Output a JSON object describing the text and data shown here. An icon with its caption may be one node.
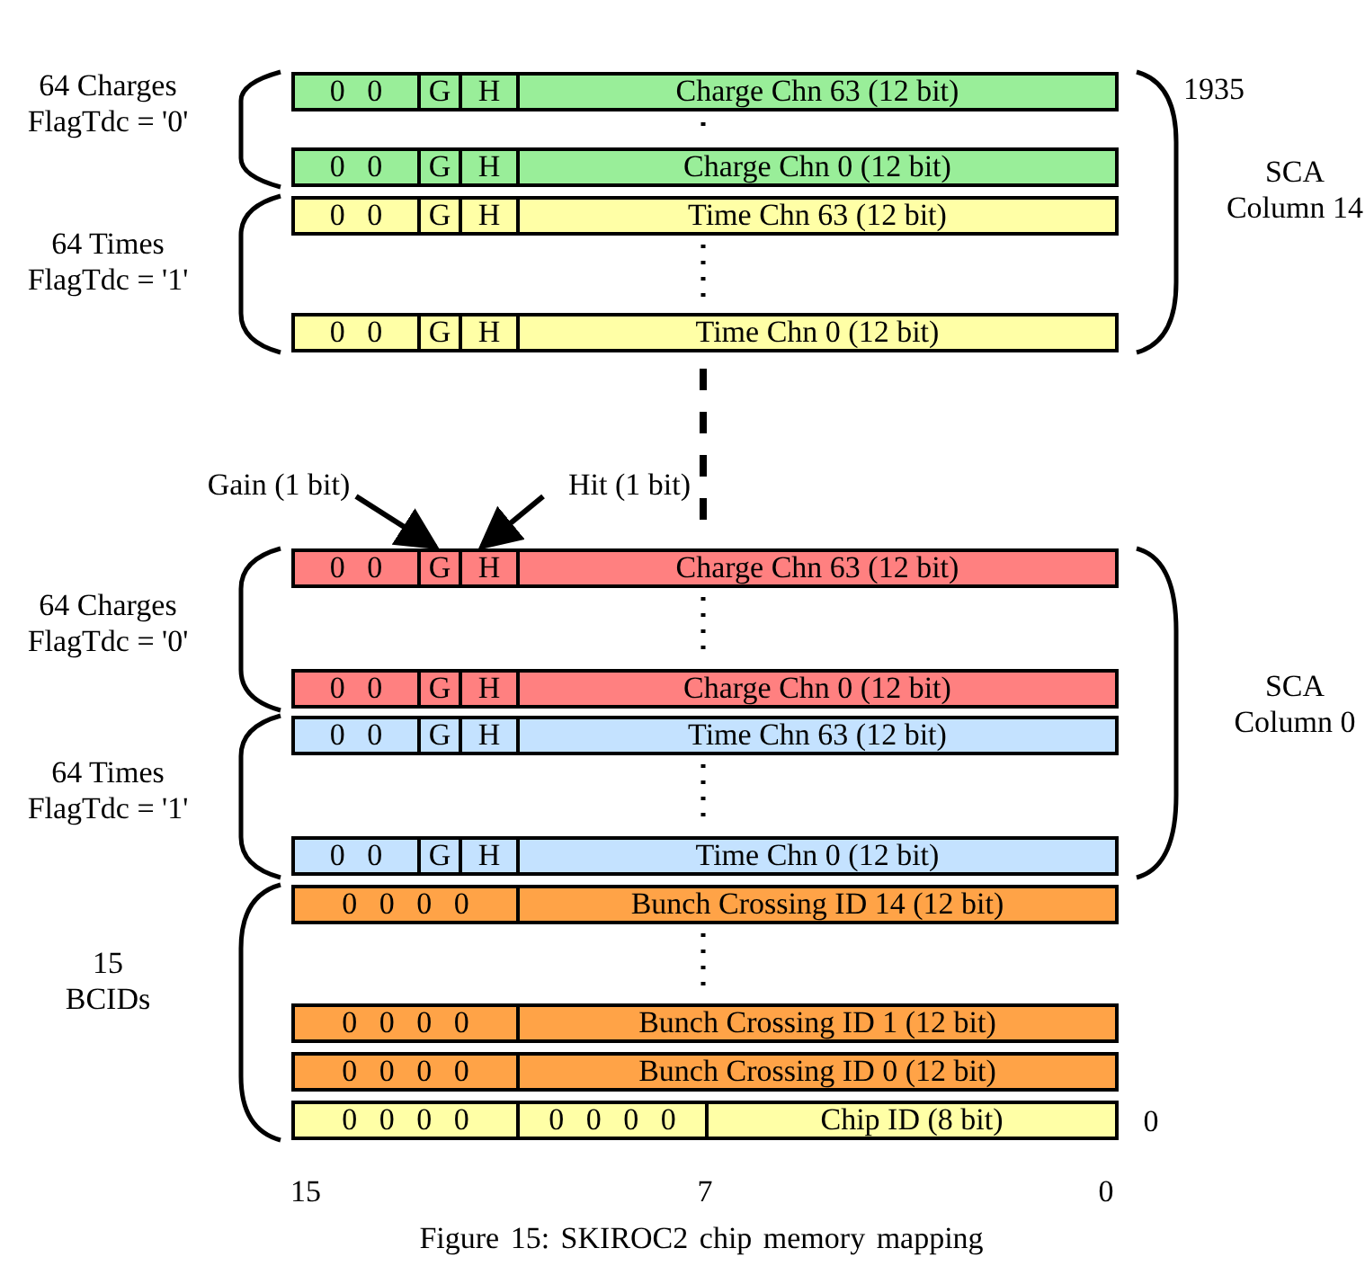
{
  "diagram": {
    "caption": "Figure 15: SKIROC2 chip memory mapping",
    "nodes": [
      {
        "text": [
          "0 0",
          "G",
          "H",
          "Charge Chn 63 (12 bit)"
        ]
      },
      {
        "text": [
          "0 0",
          "G",
          "H",
          "Charge Chn 0 (12 bit)"
        ]
      },
      {
        "text": [
          "0 0",
          "G",
          "H",
          "Time Chn 63 (12 bit)"
        ]
      },
      {
        "text": [
          "0 0",
          "G",
          "H",
          "Time Chn 0 (12 bit)"
        ]
      },
      {
        "text": [
          "0 0",
          "G",
          "H",
          "Charge Chn 63 (12 bit)"
        ]
      },
      {
        "text": [
          "0 0",
          "G",
          "H",
          "Charge Chn 0 (12 bit)"
        ]
      },
      {
        "text": [
          "0 0",
          "G",
          "H",
          "Time Chn 63 (12 bit)"
        ]
      },
      {
        "text": [
          "0 0",
          "G",
          "H",
          "Time Chn 0 (12 bit)"
        ]
      },
      {
        "text": [
          "0 0 0 0",
          "Bunch Crossing ID 14 (12 bit)"
        ]
      },
      {
        "text": [
          "0 0 0 0",
          "Bunch Crossing ID 1 (12 bit)"
        ]
      },
      {
        "text": [
          "0 0 0 0",
          "Bunch Crossing ID 0 (12 bit)"
        ]
      },
      {
        "text": [
          "0 0 0 0",
          "0 0 0 0",
          "Chip ID (8 bit)"
        ]
      },
      {
        "text": [
          "Gain (1 bit)"
        ]
      },
      {
        "text": [
          "Hit (1 bit)"
        ]
      }
    ],
    "edges": [
      {
        "from": 12,
        "to": 4,
        "arrow": "to"
      },
      {
        "from": 13,
        "to": 4,
        "arrow": "to"
      }
    ],
    "labels": [
      "64 Charges FlagTdc = '0'",
      "1935",
      "SCA Column 14",
      "64 Times FlagTdc = '1'",
      "64 Charges FlagTdc = '0'",
      "SCA Column 0",
      "64 Times FlagTdc = '1'",
      "15 BCIDs",
      "0",
      "15",
      "7",
      "0"
    ]
  }
}
